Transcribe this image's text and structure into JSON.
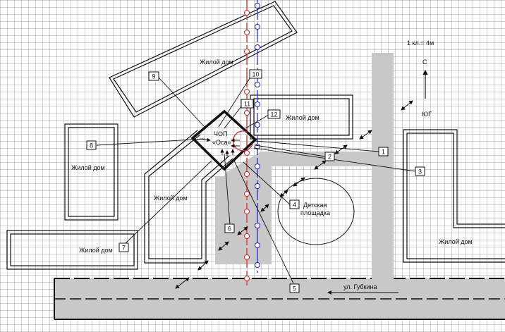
{
  "scale_note": "1 кл.= 4м",
  "north_label": "С",
  "south_label": "ЮГ",
  "street_label": "ул. Губкина",
  "guard_post": {
    "line1": "ЧОП",
    "line2": "«Оса»"
  },
  "playground": {
    "line1": "Детская",
    "line2": "площадка"
  },
  "buildings": [
    {
      "label": "Жилой дом"
    },
    {
      "label": "Жилой дом"
    },
    {
      "label": "Жилой дом"
    },
    {
      "label": "Жилой дом"
    },
    {
      "label": "Жилой дом"
    },
    {
      "label": "Жилой дом"
    }
  ],
  "markers": [
    "1",
    "2",
    "3",
    "4",
    "5",
    "6",
    "7",
    "8",
    "9",
    "10",
    "11",
    "12"
  ],
  "colors": {
    "road": "#c8c8c8",
    "red_line": "#e02020",
    "blue_line": "#2020d0",
    "outline": "#111111"
  }
}
